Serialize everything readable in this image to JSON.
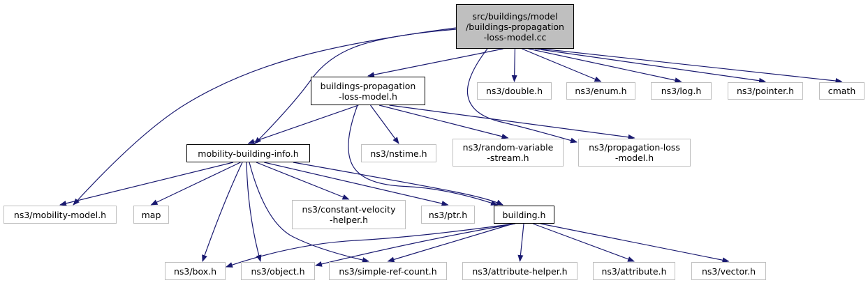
{
  "diagram": {
    "type": "include-dependency-graph",
    "edge_color": "#191970",
    "nodes": {
      "root": {
        "label": "src/buildings/model\n/buildings-propagation\n-loss-model.cc",
        "kind": "root",
        "fill": "#bfbfbf"
      },
      "bplm_h": {
        "label": "buildings-propagation\n-loss-model.h",
        "kind": "internal"
      },
      "double_h": {
        "label": "ns3/double.h",
        "kind": "external"
      },
      "enum_h": {
        "label": "ns3/enum.h",
        "kind": "external"
      },
      "log_h": {
        "label": "ns3/log.h",
        "kind": "external"
      },
      "pointer_h": {
        "label": "ns3/pointer.h",
        "kind": "external"
      },
      "cmath": {
        "label": "cmath",
        "kind": "external"
      },
      "mbi_h": {
        "label": "mobility-building-info.h",
        "kind": "internal"
      },
      "nstime_h": {
        "label": "ns3/nstime.h",
        "kind": "external"
      },
      "rvs_h": {
        "label": "ns3/random-variable\n-stream.h",
        "kind": "external"
      },
      "plm_h": {
        "label": "ns3/propagation-loss\n-model.h",
        "kind": "external"
      },
      "mobility_model_h": {
        "label": "ns3/mobility-model.h",
        "kind": "external"
      },
      "map": {
        "label": "map",
        "kind": "external"
      },
      "cvh_h": {
        "label": "ns3/constant-velocity\n-helper.h",
        "kind": "external"
      },
      "ptr_h": {
        "label": "ns3/ptr.h",
        "kind": "external"
      },
      "building_h": {
        "label": "building.h",
        "kind": "internal"
      },
      "box_h": {
        "label": "ns3/box.h",
        "kind": "external"
      },
      "object_h": {
        "label": "ns3/object.h",
        "kind": "external"
      },
      "src_h": {
        "label": "ns3/simple-ref-count.h",
        "kind": "external"
      },
      "attr_helper_h": {
        "label": "ns3/attribute-helper.h",
        "kind": "external"
      },
      "attribute_h": {
        "label": "ns3/attribute.h",
        "kind": "external"
      },
      "vector_h": {
        "label": "ns3/vector.h",
        "kind": "external"
      }
    },
    "edges": [
      [
        "root",
        "bplm_h"
      ],
      [
        "root",
        "double_h"
      ],
      [
        "root",
        "enum_h"
      ],
      [
        "root",
        "log_h"
      ],
      [
        "root",
        "pointer_h"
      ],
      [
        "root",
        "cmath"
      ],
      [
        "root",
        "mbi_h"
      ],
      [
        "root",
        "mobility_model_h"
      ],
      [
        "root",
        "plm_h"
      ],
      [
        "bplm_h",
        "mbi_h"
      ],
      [
        "bplm_h",
        "nstime_h"
      ],
      [
        "bplm_h",
        "rvs_h"
      ],
      [
        "bplm_h",
        "plm_h"
      ],
      [
        "bplm_h",
        "building_h"
      ],
      [
        "mbi_h",
        "mobility_model_h"
      ],
      [
        "mbi_h",
        "map"
      ],
      [
        "mbi_h",
        "cvh_h"
      ],
      [
        "mbi_h",
        "ptr_h"
      ],
      [
        "mbi_h",
        "building_h"
      ],
      [
        "mbi_h",
        "box_h"
      ],
      [
        "mbi_h",
        "object_h"
      ],
      [
        "mbi_h",
        "src_h"
      ],
      [
        "building_h",
        "box_h"
      ],
      [
        "building_h",
        "object_h"
      ],
      [
        "building_h",
        "src_h"
      ],
      [
        "building_h",
        "attr_helper_h"
      ],
      [
        "building_h",
        "attribute_h"
      ],
      [
        "building_h",
        "vector_h"
      ]
    ]
  }
}
